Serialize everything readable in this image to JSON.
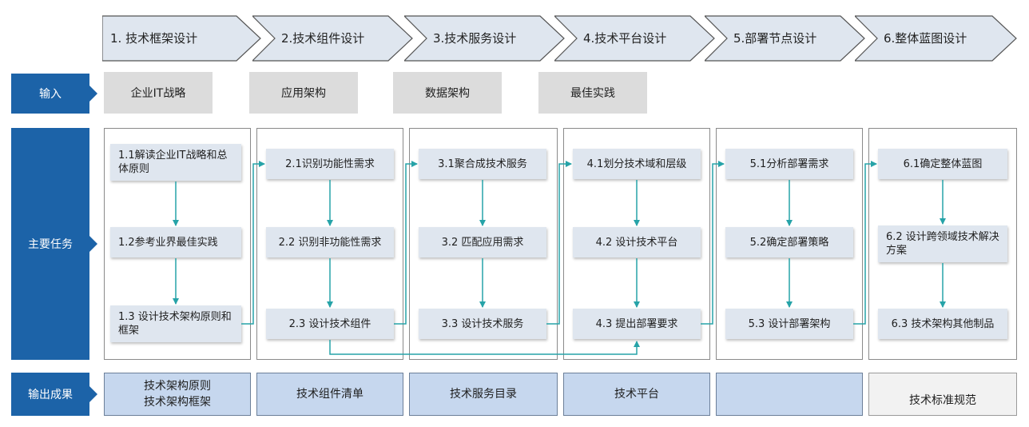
{
  "phases": [
    "1. 技术框架设计",
    "2.技术组件设计",
    "3.技术服务设计",
    "4.技术平台设计",
    "5.部署节点设计",
    "6.整体蓝图设计"
  ],
  "rows": {
    "input": "输入",
    "tasks": "主要任务",
    "outputs": "输出成果"
  },
  "inputs": [
    "企业IT战略",
    "应用架构",
    "数据架构",
    "最佳实践"
  ],
  "tasks": [
    [
      "1.1解读企业IT战略和总体原则",
      "1.2参考业界最佳实践",
      "1.3 设计技术架构原则和框架"
    ],
    [
      "2.1识别功能性需求",
      "2.2 识别非功能性需求",
      "2.3 设计技术组件"
    ],
    [
      "3.1聚合成技术服务",
      "3.2 匹配应用需求",
      "3.3 设计技术服务"
    ],
    [
      "4.1划分技术域和层级",
      "4.2 设计技术平台",
      "4.3 提出部署要求"
    ],
    [
      "5.1分析部署需求",
      "5.2确定部署策略",
      "5.3 设计部署架构"
    ],
    [
      "6.1确定整体蓝图",
      "6.2 设计跨领域技术解决方案",
      "6.3 技术架构其他制品"
    ]
  ],
  "outputs": {
    "o1_line1": "技术架构原则",
    "o1_line2": "技术架构框架",
    "o2": "技术组件清单",
    "o3": "技术服务目录",
    "o4": "技术平台",
    "o6": "技术标准规范"
  },
  "colors": {
    "accent": "#1c63a8",
    "chevron": "#dfe6ef",
    "task": "#dfe6ef",
    "output": "#c6d7ee",
    "arrow": "#26a3a8"
  }
}
